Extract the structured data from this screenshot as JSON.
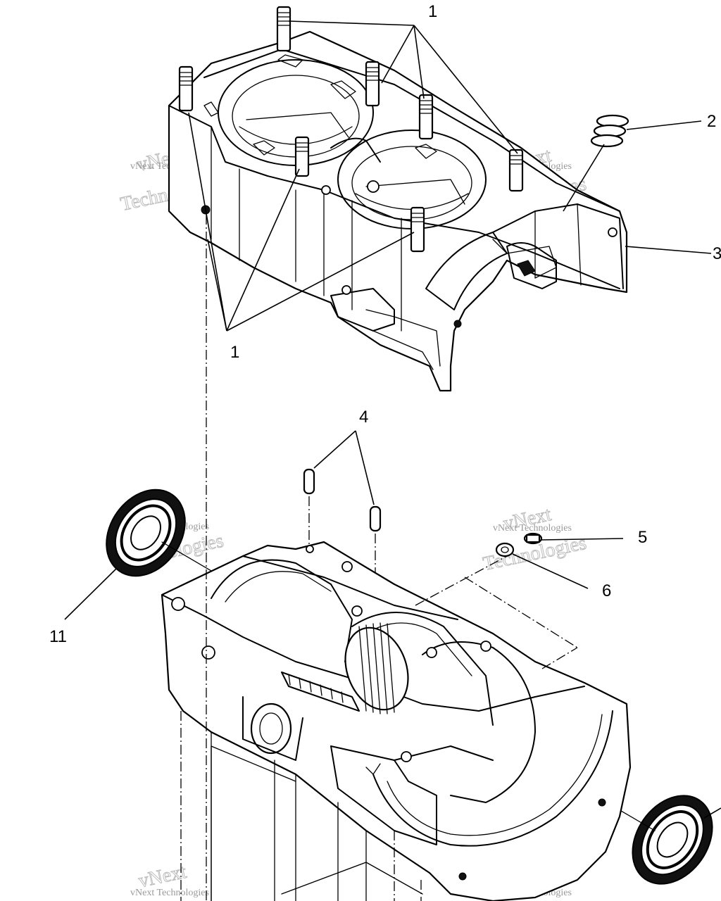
{
  "diagram": {
    "callouts": {
      "c1_top": "1",
      "c1_bottom": "1",
      "c2": "2",
      "c3": "3",
      "c4": "4",
      "c5": "5",
      "c6": "6",
      "c11": "11"
    },
    "watermark": {
      "line1": "vNext",
      "line2": "Technologies",
      "small": "vNext Technologies"
    }
  }
}
